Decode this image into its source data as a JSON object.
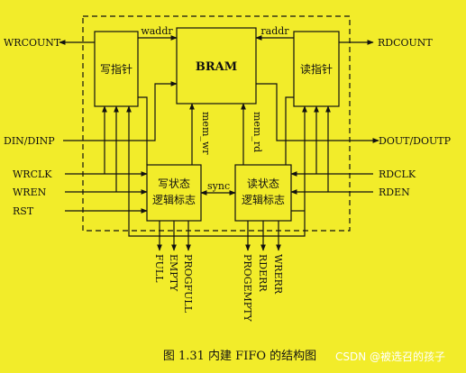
{
  "diagram": {
    "blocks": {
      "write_pointer": "写指针",
      "bram": "BRAM",
      "read_pointer": "读指针",
      "write_state_line1": "写状态",
      "write_state_line2": "逻辑标志",
      "read_state_line1": "读状态",
      "read_state_line2": "逻辑标志"
    },
    "signals": {
      "waddr": "waddr",
      "raddr": "raddr",
      "mem_wr": "mem_wr",
      "mem_rd": "mem_rd",
      "sync": "sync",
      "wrcount": "WRCOUNT",
      "rdcount": "RDCOUNT",
      "din": "DIN/DINP",
      "dout": "DOUT/DOUTP",
      "wrclk": "WRCLK",
      "wren": "WREN",
      "rst": "RST",
      "rdclk": "RDCLK",
      "rden": "RDEN",
      "full": "FULL",
      "empty": "EMPTY",
      "progfull": "PROGFULL",
      "rderr": "RDERR",
      "progempty": "PROGEMPTY",
      "wrerr": "WRERR"
    },
    "caption": "图 1.31    内建 FIFO 的结构图",
    "watermark": "CSDN @被选召的孩子"
  },
  "colors": {
    "background": "#f2ec2a",
    "ink": "#111111"
  }
}
